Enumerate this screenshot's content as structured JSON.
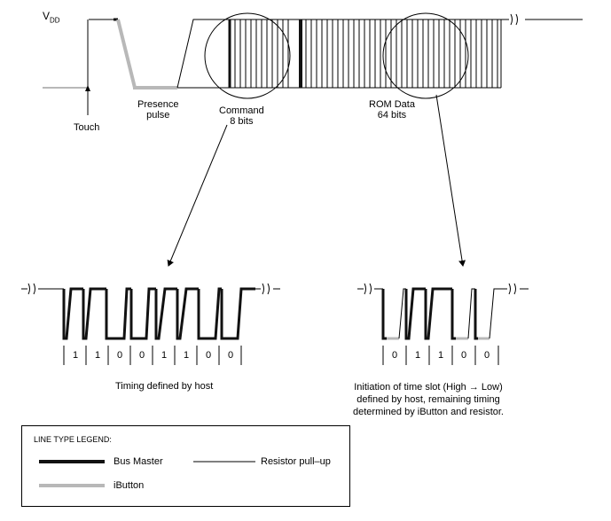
{
  "top_diagram": {
    "vdd_label": "V",
    "vdd_subscript": "DD",
    "touch_label": "Touch",
    "presence_label_line1": "Presence",
    "presence_label_line2": "pulse",
    "command_label_line1": "Command",
    "command_label_line2": "8 bits",
    "rom_label_line1": "ROM Data",
    "rom_label_line2": "64 bits"
  },
  "left_detail": {
    "bits": [
      "1",
      "1",
      "0",
      "0",
      "1",
      "1",
      "0",
      "0"
    ],
    "caption": "Timing defined by host"
  },
  "right_detail": {
    "bits": [
      "0",
      "1",
      "1",
      "0",
      "0"
    ],
    "caption_line1": "Initiation of time slot (High → Low)",
    "caption_line2": "defined by host, remaining timing",
    "caption_line3": "determined by iButton and resistor."
  },
  "legend": {
    "title": "LINE TYPE LEGEND:",
    "bus_master": "Bus Master",
    "resistor": "Resistor pull–up",
    "ibutton": "iButton"
  },
  "colors": {
    "bus_master": "#111111",
    "ibutton": "#b8b8b8",
    "resistor": "#000000"
  }
}
